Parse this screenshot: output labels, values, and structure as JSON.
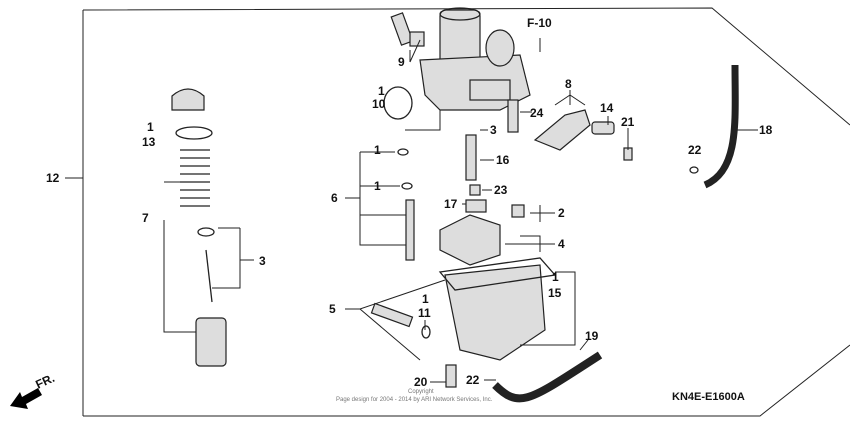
{
  "diagram": {
    "frame_ref": "F-10",
    "diagram_code": "KN4E-E1600A",
    "direction_label": "FR.",
    "watermark_line1": "Copyright",
    "watermark_line2": "Page design for 2004 - 2014 by ARI Network Services, Inc.",
    "callouts": {
      "c9": "9",
      "c1a": "1",
      "c10": "10",
      "c24": "24",
      "c8": "8",
      "c14": "14",
      "c21": "21",
      "c18": "18",
      "c22a": "22",
      "c1b": "1",
      "c13": "13",
      "c12": "12",
      "c3a": "3",
      "c16": "16",
      "c1c": "1",
      "c1d": "1",
      "c6": "6",
      "c23": "23",
      "c17": "17",
      "c2": "2",
      "c7": "7",
      "c3b": "3",
      "c4": "4",
      "c1e": "1",
      "c15": "15",
      "c5": "5",
      "c1f": "1",
      "c11": "11",
      "c19": "19",
      "c20": "20",
      "c22b": "22"
    }
  }
}
